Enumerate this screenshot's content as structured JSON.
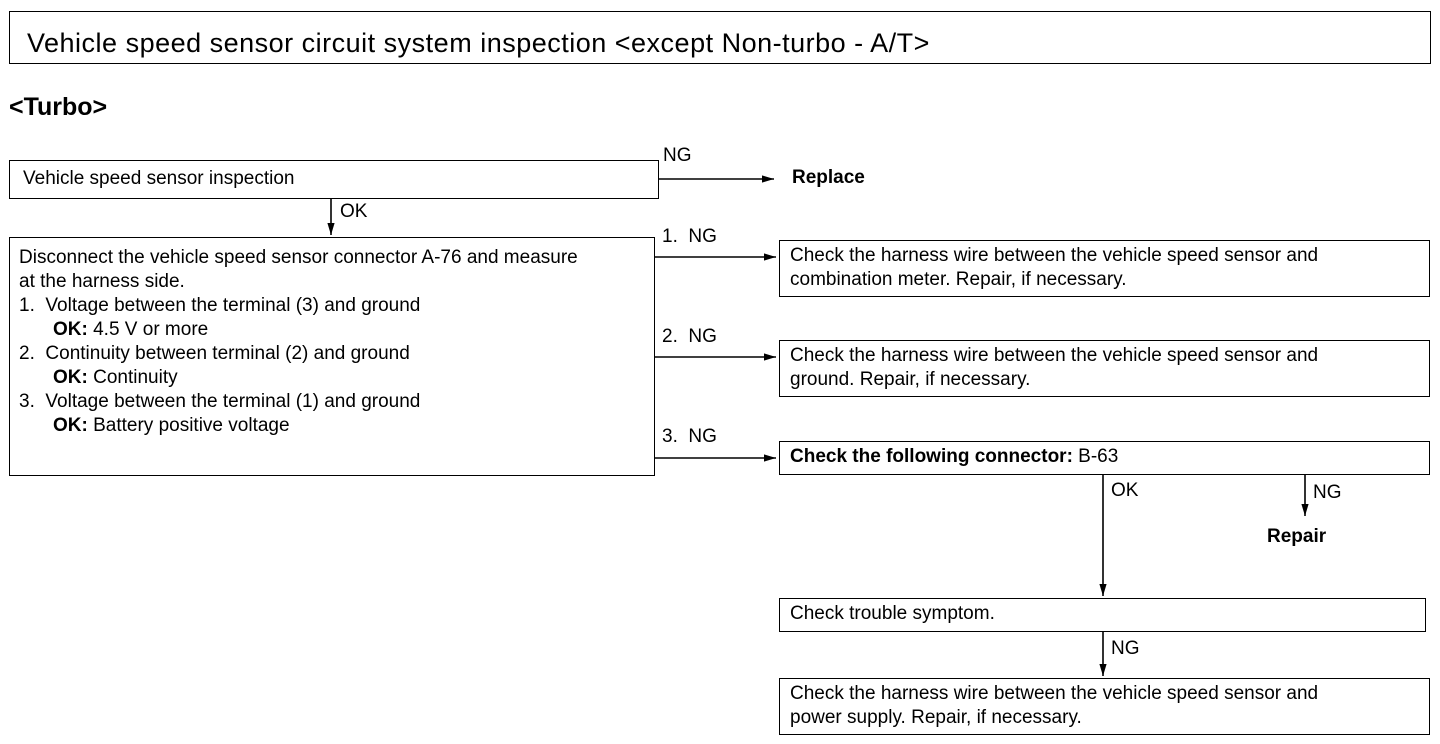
{
  "title": "Vehicle speed sensor circuit system inspection <except Non-turbo - A/T>",
  "section": "<Turbo>",
  "steps": {
    "sensor_inspection": "Vehicle speed sensor inspection",
    "disconnect_line1": "Disconnect the vehicle speed sensor connector A-76 and measure",
    "disconnect_line2": "at the harness side.",
    "item1": "1.  Voltage between the terminal (3) and ground",
    "item1_ok_label": "OK:",
    "item1_ok_value": " 4.5 V or more",
    "item2": "2.  Continuity between terminal (2) and ground",
    "item2_ok_label": "OK:",
    "item2_ok_value": " Continuity",
    "item3": "3.  Voltage between the terminal (1) and ground",
    "item3_ok_label": "OK:",
    "item3_ok_value": " Battery positive voltage",
    "check1_line1": "Check the harness wire between the vehicle speed sensor and",
    "check1_line2": "combination meter. Repair, if necessary.",
    "check2_line1": "Check the harness wire between the vehicle speed sensor and",
    "check2_line2": "ground. Repair, if necessary.",
    "connector_label": "Check the following connector:",
    "connector_value": " B-63",
    "trouble": "Check trouble symptom.",
    "check3_line1": "Check the harness wire between the vehicle speed sensor and",
    "check3_line2": "power supply. Repair, if necessary."
  },
  "results": {
    "replace": "Replace",
    "repair": "Repair"
  },
  "labels": {
    "ng": "NG",
    "ok": "OK",
    "ng1": "1.  NG",
    "ng2": "2.  NG",
    "ng3": "3.  NG"
  }
}
